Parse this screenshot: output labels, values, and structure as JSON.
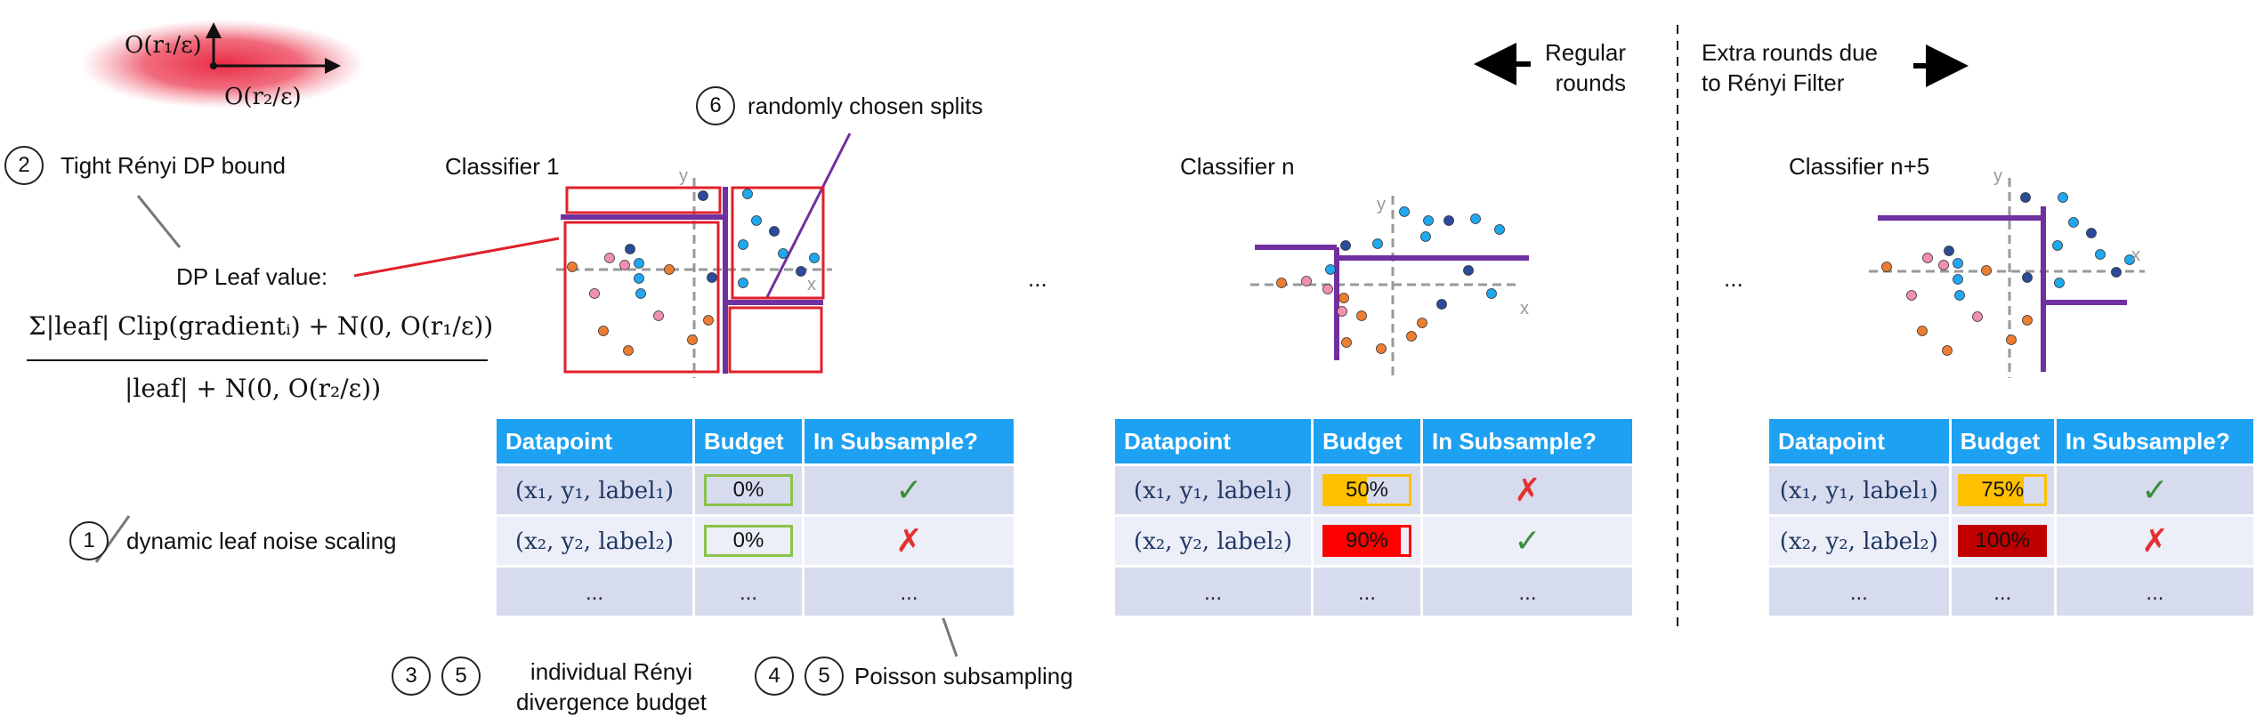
{
  "header": {
    "regular_rounds": [
      "Regular",
      "rounds"
    ],
    "extra_rounds": [
      "Extra rounds due",
      "to Rényi Filter"
    ]
  },
  "classifiers": {
    "c1": "Classifier 1",
    "cn": "Classifier n",
    "cn5": "Classifier n+5",
    "ellipsis_1": "...",
    "ellipsis_2": "..."
  },
  "axes": {
    "x": "x",
    "y": "y"
  },
  "annotations": {
    "a1_num": "1",
    "a1_text": "dynamic leaf noise scaling",
    "a2_num": "2",
    "a2_text": "Tight Rényi DP bound",
    "a3_num": "3",
    "a5_num": "5",
    "a35_text": [
      "individual Rényi",
      "divergence budget"
    ],
    "a4_num": "4",
    "a45_num": "5",
    "a45_text": "Poisson subsampling",
    "a6_num": "6",
    "a6_text": "randomly chosen splits",
    "leaf_value_label": "DP Leaf value:"
  },
  "formula": {
    "bound_r1": "O(r₁/ε)",
    "bound_r2": "O(r₂/ε)",
    "numerator": "Σ|leaf| Clip(gradientᵢ) + N(0, O(r₁/ε))",
    "denominator": "|leaf| + N(0, O(r₂/ε))"
  },
  "tables": {
    "headers": [
      "Datapoint",
      "Budget",
      "In Subsample?"
    ],
    "t1": {
      "rows": [
        {
          "dp": "(x₁, y₁, label₁)",
          "budget": "0%",
          "level": 0,
          "sub": "✓",
          "color": "#8bc34a",
          "fill": "#8bc34a"
        },
        {
          "dp": "(x₂, y₂, label₂)",
          "budget": "0%",
          "level": 0,
          "sub": "✗",
          "color": "#8bc34a",
          "fill": "#8bc34a"
        },
        {
          "dp": "...",
          "budget": "...",
          "sub": "..."
        }
      ]
    },
    "tn": {
      "rows": [
        {
          "dp": "(x₁, y₁, label₁)",
          "budget": "50%",
          "level": 0.5,
          "sub": "✗",
          "color": "#ffc000",
          "fill": "#ffc000"
        },
        {
          "dp": "(x₂, y₂, label₂)",
          "budget": "90%",
          "level": 0.9,
          "sub": "✓",
          "color": "#ff0000",
          "fill": "#ff0000"
        },
        {
          "dp": "...",
          "budget": "...",
          "sub": "..."
        }
      ]
    },
    "tn5": {
      "rows": [
        {
          "dp": "(x₁, y₁, label₁)",
          "budget": "75%",
          "level": 0.75,
          "sub": "✓",
          "color": "#ffc000",
          "fill": "#ffc000"
        },
        {
          "dp": "(x₂, y₂, label₂)",
          "budget": "100%",
          "level": 1.0,
          "sub": "✗",
          "color": "#c00000",
          "fill": "#c00000"
        },
        {
          "dp": "...",
          "budget": "...",
          "sub": "..."
        }
      ]
    }
  },
  "colors": {
    "split": "#7030a0",
    "leaf_box": "#e0202a",
    "pointer": "#e0202a",
    "point_orange": "#ed7d31",
    "point_pink": "#f08fb0",
    "point_blue": "#1fa8f0",
    "point_navy": "#2a4a9a",
    "glow": "#e8203a"
  }
}
